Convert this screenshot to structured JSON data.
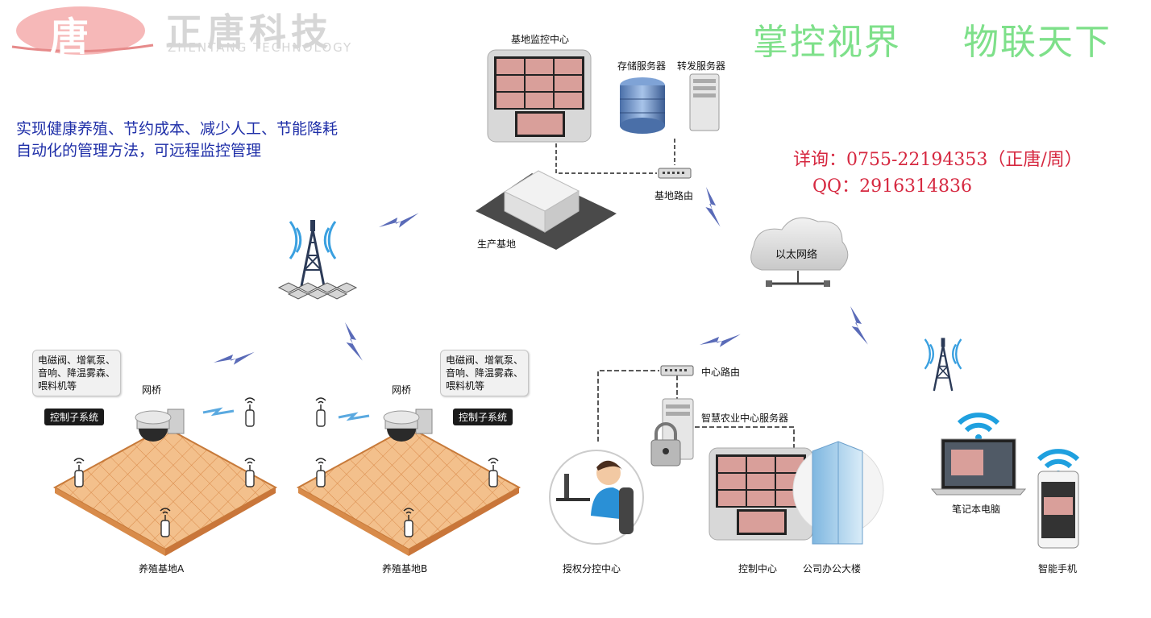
{
  "brand": {
    "logo_char": "唐",
    "name_cn": "正唐科技",
    "name_en": "ZHENTANG TECHNOLOGY"
  },
  "slogan": {
    "left": "掌控视界",
    "right": "物联天下"
  },
  "intro": {
    "line1": "实现健康养殖、节约成本、减少人工、节能降耗",
    "line2": "自动化的管理方法，可远程监控管理"
  },
  "contact": {
    "phone": "详询：0755-22194353（正唐/周）",
    "qq": "QQ：2916314836"
  },
  "nodes": {
    "monitor_center": "基地监控中心",
    "storage_server": "存储服务器",
    "forward_server": "转发服务器",
    "base_router": "基地路由",
    "production_base": "生产基地",
    "ethernet": "以太网络",
    "central_router": "中心路由",
    "smart_agri_server": "智慧农业中心服务器",
    "authorized_center": "授权分控中心",
    "control_center": "控制中心",
    "office_building": "公司办公大楼",
    "laptop": "笔记本电脑",
    "smartphone": "智能手机",
    "farm_a": "养殖基地A",
    "farm_b": "养殖基地B",
    "mesh_bridge_a": "网桥",
    "mesh_bridge_b": "网桥",
    "control_subsystem_a": "控制子系统",
    "control_subsystem_b": "控制子系统",
    "devices_a": [
      "电磁阀、增氧泵、",
      "音响、降温雾森、",
      "喂料机等"
    ],
    "devices_b": [
      "电磁阀、增氧泵、",
      "音响、降温雾森、",
      "喂料机等"
    ]
  },
  "colors": {
    "slogan": "#7ee08a",
    "intro": "#1f2fa8",
    "contact": "#d62840",
    "lightning": "#5a6bb8",
    "floor": "#f0b883",
    "logo": "#f4b6b6"
  }
}
